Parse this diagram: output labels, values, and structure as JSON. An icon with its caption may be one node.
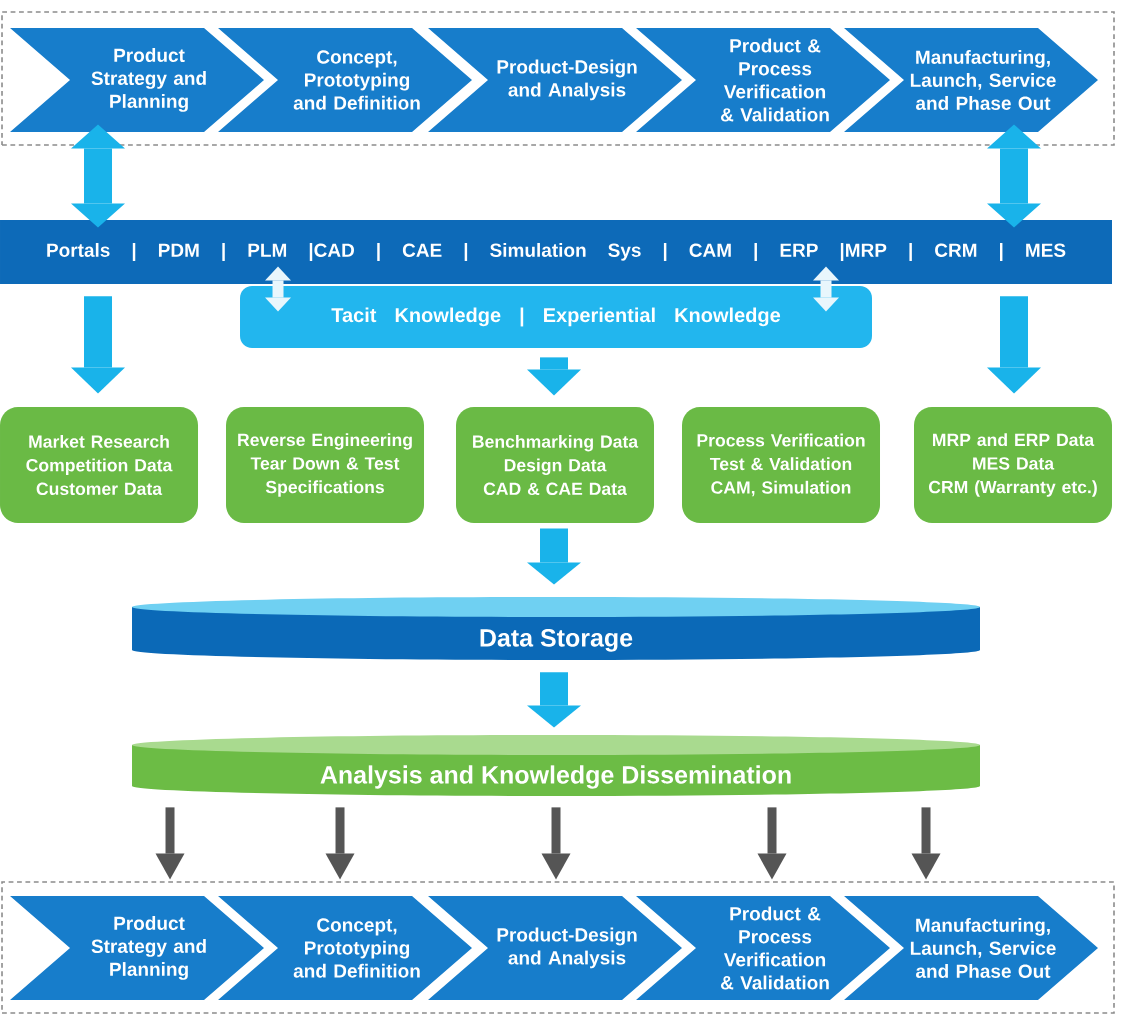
{
  "diagram": {
    "nodes": [
      {
        "text": [],
        "shape": "box"
      },
      {
        "text": [
          "Product Strategy and Planning"
        ],
        "in": 0
      },
      {
        "text": [
          "Concept, Prototyping and Definition"
        ],
        "in": 0
      },
      {
        "text": [
          "Product-Design and Analysis"
        ],
        "in": 0
      },
      {
        "text": [
          "Product & Process Verification & Validation"
        ],
        "in": 0
      },
      {
        "text": [
          "Manufacturing, Launch, Service and Phase Out"
        ],
        "in": 0
      },
      {
        "text": [
          "Portals | PDM | PLM |CAD | CAE | Simulation Sys | CAM | ERP |MRP | CRM | MES"
        ]
      },
      {
        "text": [
          "Tacit Knowledge | Experiential Knowledge"
        ]
      },
      {
        "text": [
          "Market Research",
          "Competition Data",
          "Customer Data"
        ]
      },
      {
        "text": [
          "Reverse Engineering",
          "Tear Down & Test Specifications"
        ]
      },
      {
        "text": [
          "Benchmarking Data",
          "Design Data",
          "CAD & CAE Data"
        ]
      },
      {
        "text": [
          "Process Verification",
          "Test & Validation",
          "CAM, Simulation"
        ]
      },
      {
        "text": [
          "MRP and ERP Data",
          "MES Data",
          "CRM (Warranty etc.)"
        ]
      },
      {
        "text": [
          "Data Storage"
        ]
      },
      {
        "text": [
          "Analysis and Knowledge Dissemination"
        ]
      },
      {
        "text": [],
        "shape": "box"
      },
      {
        "text": [
          "Product Strategy and Planning"
        ],
        "in": 15
      },
      {
        "text": [
          "Concept, Prototyping and Definition"
        ],
        "in": 15
      },
      {
        "text": [
          "Product-Design and Analysis"
        ],
        "in": 15
      },
      {
        "text": [
          "Product & Process Verification & Validation"
        ],
        "in": 15
      },
      {
        "text": [
          "Manufacturing, Launch, Service and Phase Out"
        ],
        "in": 15
      }
    ],
    "edges": [
      {
        "from": 1,
        "to": 6,
        "arrow": "both",
        "style": "thick"
      },
      {
        "from": 5,
        "to": 6,
        "arrow": "both",
        "style": "thick"
      },
      {
        "from": 6,
        "to": 7,
        "arrow": "both",
        "color": "#e8f6fc"
      },
      {
        "from": 6,
        "to": 7,
        "arrow": "both",
        "color": "#e8f6fc"
      },
      {
        "from": 6,
        "to": 8,
        "arrow": "to",
        "style": "thick"
      },
      {
        "from": 7,
        "to": 10,
        "arrow": "to",
        "style": "thick"
      },
      {
        "from": 6,
        "to": 12,
        "arrow": "to",
        "style": "thick"
      },
      {
        "from": 10,
        "to": 13,
        "arrow": "to",
        "style": "thick"
      },
      {
        "from": 13,
        "to": 14,
        "arrow": "to",
        "style": "thick"
      },
      {
        "from": 14,
        "to": 16,
        "arrow": "to",
        "color": "#555555"
      },
      {
        "from": 14,
        "to": 17,
        "arrow": "to",
        "color": "#555555"
      },
      {
        "from": 14,
        "to": 18,
        "arrow": "to",
        "color": "#555555"
      },
      {
        "from": 14,
        "to": 19,
        "arrow": "to",
        "color": "#555555"
      },
      {
        "from": 14,
        "to": 20,
        "arrow": "to",
        "color": "#555555"
      }
    ]
  }
}
